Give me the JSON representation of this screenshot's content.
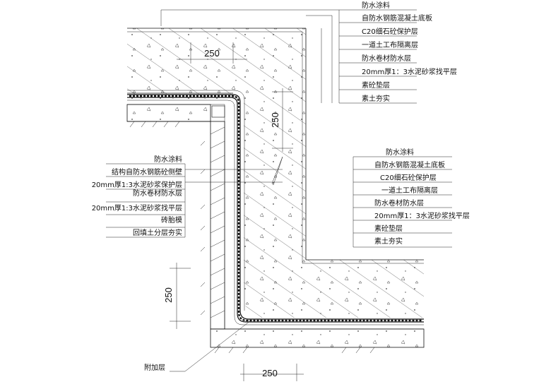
{
  "labels_top_right": [
    "防水涂料",
    "自防水钢筋混凝土底板",
    "C20细石砼保护层",
    "一道土工布隔离层",
    "防水卷材防水层",
    "20mm厚1：3水泥砂浆找平层",
    "素砼垫层",
    "素土夯实"
  ],
  "labels_left": [
    "防水涂料",
    "结构自防水钢筋砼侧壁",
    "20mm厚1:3水泥砂浆保护层",
    "防水卷材防水层",
    "20mm厚1:3水泥砂浆找平层",
    "砖胎模",
    "回填土分层夯实"
  ],
  "labels_bottom_right": [
    "防水涂料",
    "自防水钢筋混凝土底板",
    "C20细石砼保护层",
    "一道土工布隔离层",
    "防水卷材防水层",
    "20mm厚1：3水泥砂浆找平层",
    "素砼垫层",
    "素土夯实"
  ],
  "label_bottom_left": "附加层",
  "dimensions": {
    "top": "250",
    "vertical_mid": "250",
    "left_vertical": "250",
    "bottom": "250"
  }
}
